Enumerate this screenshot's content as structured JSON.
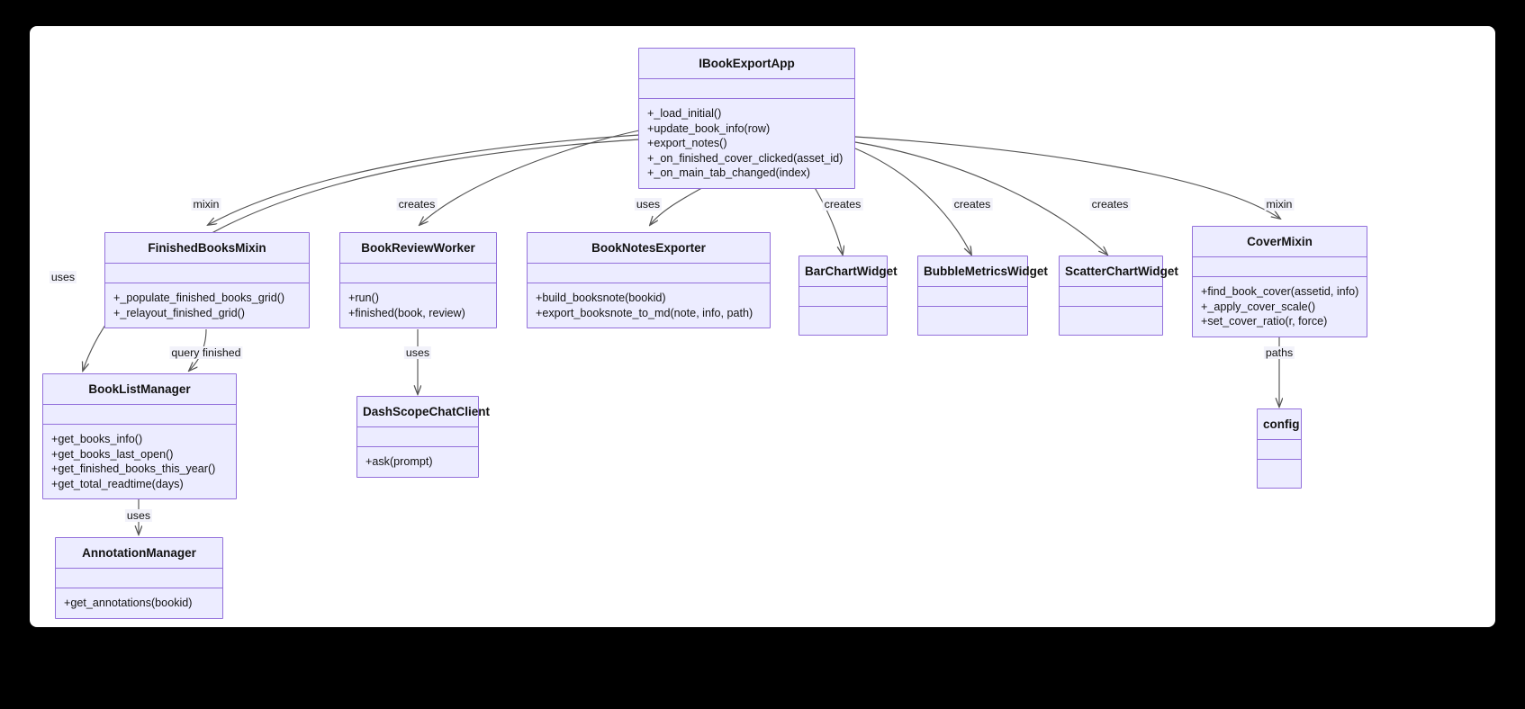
{
  "diagram": {
    "type": "uml-class-diagram",
    "background": "#000000",
    "canvas_color": "#ffffff",
    "box_fill": "#ececff",
    "box_border": "#9370db",
    "edge_color": "#555555",
    "classes": [
      {
        "id": "IBookExportApp",
        "name": "IBookExportApp",
        "attributes": [],
        "methods": [
          "+_load_initial()",
          "+update_book_info(row)",
          "+export_notes()",
          "+_on_finished_cover_clicked(asset_id)",
          "+_on_main_tab_changed(index)"
        ]
      },
      {
        "id": "FinishedBooksMixin",
        "name": "FinishedBooksMixin",
        "attributes": [],
        "methods": [
          "+_populate_finished_books_grid()",
          "+_relayout_finished_grid()"
        ]
      },
      {
        "id": "BookReviewWorker",
        "name": "BookReviewWorker",
        "attributes": [],
        "methods": [
          "+run()",
          "+finished(book, review)"
        ]
      },
      {
        "id": "BookNotesExporter",
        "name": "BookNotesExporter",
        "attributes": [],
        "methods": [
          "+build_booksnote(bookid)",
          "+export_booksnote_to_md(note, info, path)"
        ]
      },
      {
        "id": "BarChartWidget",
        "name": "BarChartWidget",
        "attributes": [],
        "methods": []
      },
      {
        "id": "BubbleMetricsWidget",
        "name": "BubbleMetricsWidget",
        "attributes": [],
        "methods": []
      },
      {
        "id": "ScatterChartWidget",
        "name": "ScatterChartWidget",
        "attributes": [],
        "methods": []
      },
      {
        "id": "CoverMixin",
        "name": "CoverMixin",
        "attributes": [],
        "methods": [
          "+find_book_cover(assetid, info)",
          "+_apply_cover_scale()",
          "+set_cover_ratio(r, force)"
        ]
      },
      {
        "id": "BookListManager",
        "name": "BookListManager",
        "attributes": [],
        "methods": [
          "+get_books_info()",
          "+get_books_last_open()",
          "+get_finished_books_this_year()",
          "+get_total_readtime(days)"
        ]
      },
      {
        "id": "DashScopeChatClient",
        "name": "DashScopeChatClient",
        "attributes": [],
        "methods": [
          "+ask(prompt)"
        ]
      },
      {
        "id": "config",
        "name": "config",
        "attributes": [],
        "methods": []
      },
      {
        "id": "AnnotationManager",
        "name": "AnnotationManager",
        "attributes": [],
        "methods": [
          "+get_annotations(bookid)"
        ]
      }
    ],
    "edges": [
      {
        "from": "IBookExportApp",
        "to": "FinishedBooksMixin",
        "label": "mixin"
      },
      {
        "from": "IBookExportApp",
        "to": "BookListManager",
        "label": "uses"
      },
      {
        "from": "IBookExportApp",
        "to": "BookReviewWorker",
        "label": "creates"
      },
      {
        "from": "IBookExportApp",
        "to": "BookNotesExporter",
        "label": "uses"
      },
      {
        "from": "IBookExportApp",
        "to": "BarChartWidget",
        "label": "creates"
      },
      {
        "from": "IBookExportApp",
        "to": "BubbleMetricsWidget",
        "label": "creates"
      },
      {
        "from": "IBookExportApp",
        "to": "ScatterChartWidget",
        "label": "creates"
      },
      {
        "from": "IBookExportApp",
        "to": "CoverMixin",
        "label": "mixin"
      },
      {
        "from": "FinishedBooksMixin",
        "to": "BookListManager",
        "label": "query finished"
      },
      {
        "from": "BookReviewWorker",
        "to": "DashScopeChatClient",
        "label": "uses"
      },
      {
        "from": "CoverMixin",
        "to": "config",
        "label": "paths"
      },
      {
        "from": "BookListManager",
        "to": "AnnotationManager",
        "label": "uses"
      }
    ],
    "edge_labels": {
      "mixin_left": "mixin",
      "uses_left": "uses",
      "creates_review": "creates",
      "uses_notes": "uses",
      "creates_bar": "creates",
      "creates_bubble": "creates",
      "creates_scatter": "creates",
      "mixin_right": "mixin",
      "query_finished": "query finished",
      "uses_dashscope": "uses",
      "paths_config": "paths",
      "uses_annotation": "uses"
    }
  }
}
